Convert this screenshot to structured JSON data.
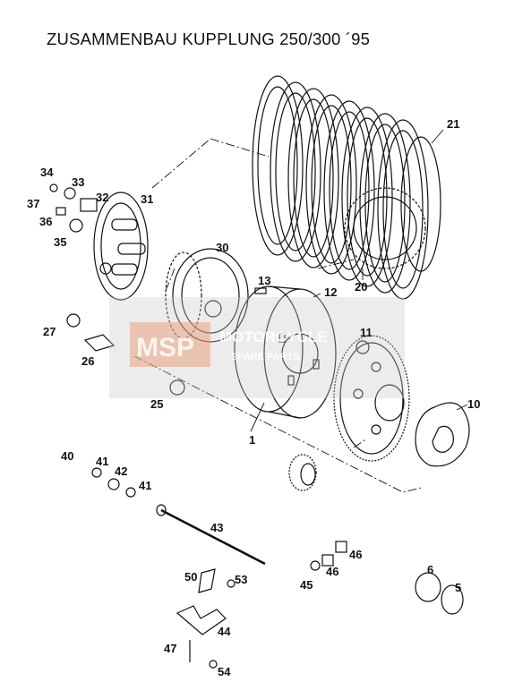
{
  "title": "ZUSAMMENBAU KUPPLUNG 250/300 ´95",
  "watermark": {
    "logo_text": "MSP",
    "brand_text": "MOTORCYCLE",
    "sub_text": "SPARE PARTS"
  },
  "callouts": {
    "p1": "1",
    "p5": "5",
    "p6": "6",
    "p10": "10",
    "p11": "11",
    "p12": "12",
    "p13": "13",
    "p20": "20",
    "p21": "21",
    "p25": "25",
    "p26": "26",
    "p27": "27",
    "p30": "30",
    "p31": "31",
    "p32": "32",
    "p33": "33",
    "p34": "34",
    "p35": "35",
    "p36": "36",
    "p37": "37",
    "p40": "40",
    "p41a": "41",
    "p41b": "41",
    "p42": "42",
    "p43": "43",
    "p44": "44",
    "p45": "45",
    "p46a": "46",
    "p46b": "46",
    "p47": "47",
    "p50": "50",
    "p53": "53",
    "p54": "54"
  },
  "colors": {
    "line": "#111111",
    "watermark_bg": "#c8c8c8",
    "watermark_logo": "#e8956a"
  }
}
